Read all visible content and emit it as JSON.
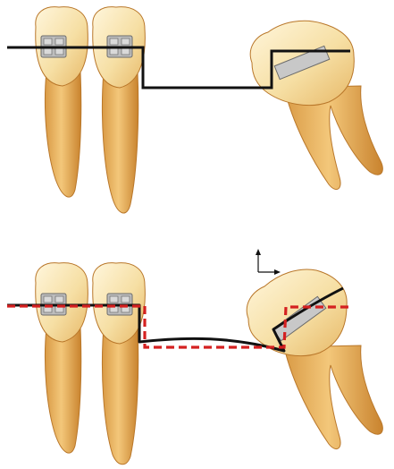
{
  "panels": [
    {
      "id": "top",
      "teeth": [
        "premolar-1",
        "premolar-2",
        "tilted-molar"
      ],
      "wire_style": "step-bend"
    },
    {
      "id": "bottom",
      "teeth": [
        "premolar-1",
        "premolar-2",
        "tilted-molar"
      ],
      "wire_style": "activated-with-overlay"
    }
  ],
  "colors": {
    "tooth_crown": "#f6dfa4",
    "tooth_root": "#e9b35c",
    "tooth_outline": "#b9772a",
    "bracket": "#a8a8a8",
    "wire": "#111111",
    "overlay_wire": "#d42020",
    "molar_tube": "#c8c8c8"
  },
  "icons": {
    "axis": "up-right-axis-arrow-icon"
  }
}
